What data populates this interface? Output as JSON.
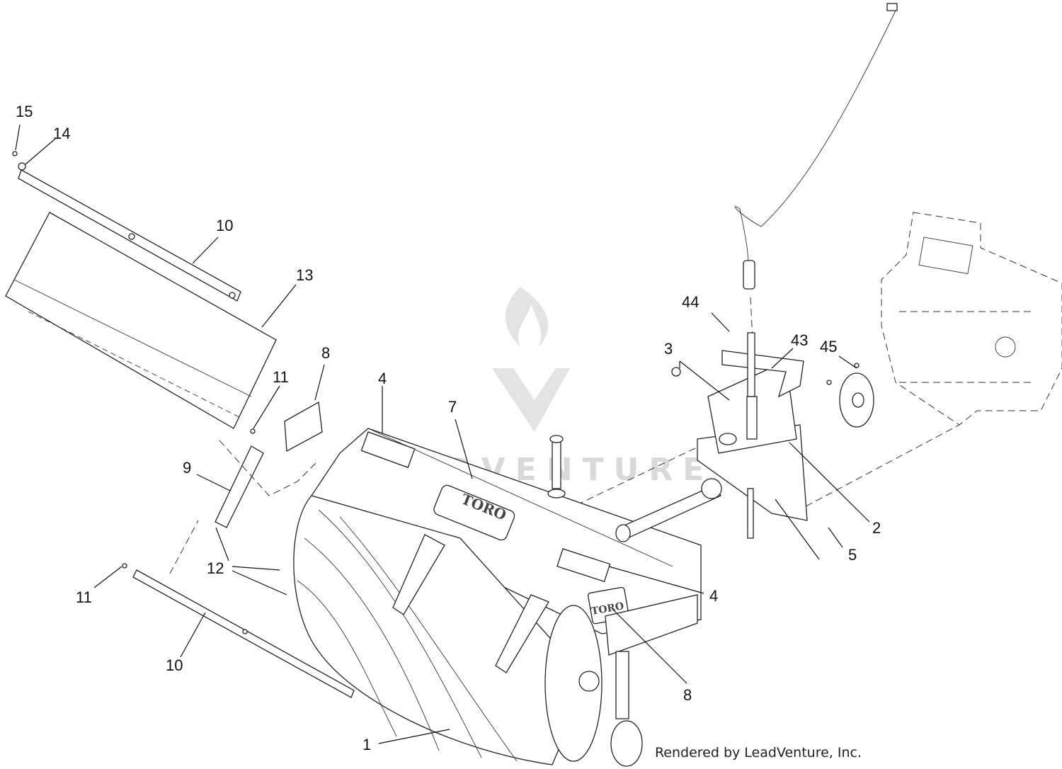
{
  "footer": {
    "credit": "Rendered by LeadVenture, Inc."
  },
  "watermark": {
    "text": "LEADVENTURE"
  },
  "brand": {
    "text": "TORO"
  },
  "callouts": {
    "c1": "1",
    "c2": "2",
    "c3": "3",
    "c4a": "4",
    "c4b": "4",
    "c5": "5",
    "c7": "7",
    "c8a": "8",
    "c8b": "8",
    "c9": "9",
    "c10a": "10",
    "c10b": "10",
    "c11a": "11",
    "c11b": "11",
    "c12": "12",
    "c13": "13",
    "c14": "14",
    "c15": "15",
    "c43": "43",
    "c44": "44",
    "c45": "45"
  },
  "colors": {
    "lines": "#111111",
    "watermark": "#d9d9d9",
    "background": "#ffffff"
  }
}
